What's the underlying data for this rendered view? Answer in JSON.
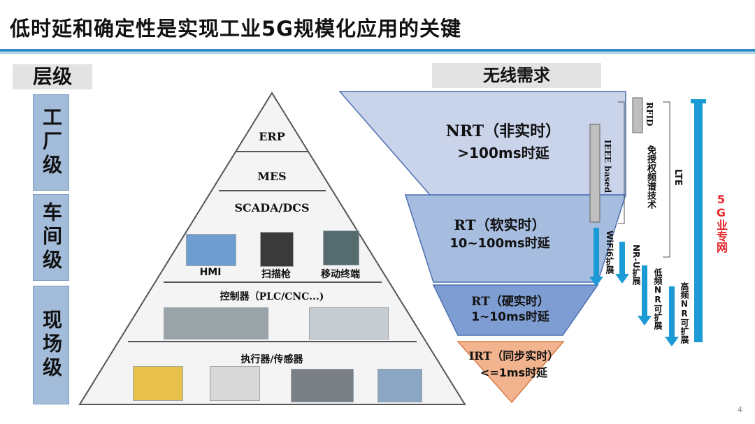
{
  "title": "低时延和确定性是实现工业5G规模化应用的关键",
  "left_header": "层级",
  "right_header": "无线需求",
  "levels": [
    "工厂级",
    "车间级",
    "现场级"
  ],
  "pyramid": {
    "erp": "ERP",
    "mes": "MES",
    "scada": "SCADA/DCS",
    "devices": [
      "HMI",
      "扫描枪",
      "移动终端"
    ],
    "controller": "控制器（PLC/CNC...)",
    "actuator": "执行器/传感器"
  },
  "requirements": [
    {
      "name": "NRT（非实时）",
      "latency": ">100ms时延"
    },
    {
      "name": "RT（软实时）",
      "latency": "10~100ms时延"
    },
    {
      "name": "RT（硬实时）",
      "latency": "1~10ms时延"
    },
    {
      "name": "IRT（同步实时）",
      "latency": "<=1ms时延"
    }
  ],
  "tech_labels": {
    "ieee": "IEEE based",
    "rfid": "RFID",
    "unlicensed": "免授权频谱技术",
    "lte": "LTE",
    "wifi6": "WiFi6扩展",
    "nru": "NR-U扩展",
    "low_nr": "低频NR可扩展",
    "high_nr": "高频NR可扩展",
    "dedicated_5g": "5G业专网"
  },
  "page_number": "4",
  "colors": {
    "accent": "#2d8ac7",
    "level_box": "#a3bcd9",
    "nrt": "#c9d3ea",
    "rt_soft": "#a7bde0",
    "rt_hard": "#7e9dd2",
    "irt": "#f2b48f",
    "arrow": "#1b9ad6",
    "dedicated": "#e8262b"
  }
}
